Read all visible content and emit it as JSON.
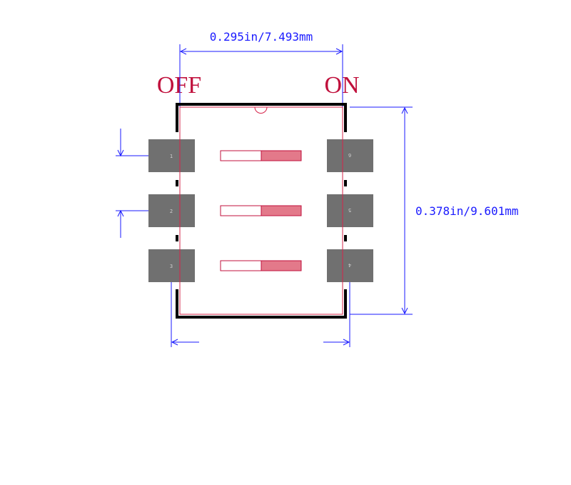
{
  "labels": {
    "off": "OFF",
    "on": "ON",
    "width_dim": "0.295in/7.493mm",
    "height_dim": "0.378in/9.601mm"
  },
  "pads": {
    "left": [
      "1",
      "2",
      "3"
    ],
    "right": [
      "6",
      "5",
      "4"
    ]
  },
  "colors": {
    "label": "#c0103c",
    "dimension": "#1a1aff",
    "outline": "#000000",
    "pad": "#707070",
    "pad_text": "#cfcfcf",
    "courtyard": "#d6244a",
    "switch_fill": "#e3798a"
  }
}
